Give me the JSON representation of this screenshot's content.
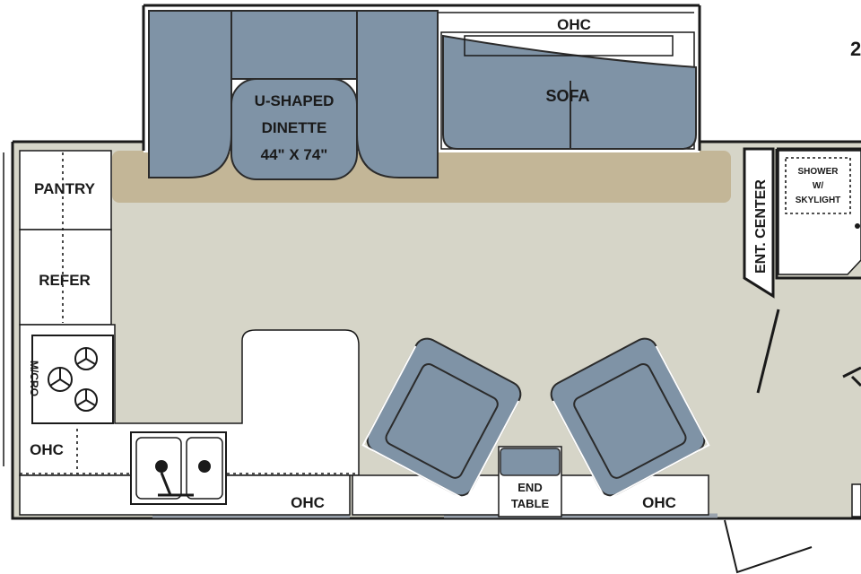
{
  "labels": {
    "pantry": "PANTRY",
    "refer": "REFER",
    "micro": "M/CRO",
    "ohc_left": "OHC",
    "ohc_top": "OHC",
    "ohc_bottom_mid": "OHC",
    "ohc_bottom_right": "OHC",
    "dinette_line1": "U-SHAPED",
    "dinette_line2": "DINETTE",
    "dinette_line3": "44\" X 74\"",
    "sofa": "SOFA",
    "ent_center": "ENT. CENTER",
    "shower_line1": "SHOWER",
    "shower_line2": "W/",
    "shower_line3": "SKYLIGHT",
    "end_table_line1": "END",
    "end_table_line2": "TABLE",
    "corner_number": "2"
  },
  "colors": {
    "floor": "#d6d5c8",
    "slideout_floor": "#c3b697",
    "cushion": "#7f93a6",
    "counter": "#ffffff",
    "wall": "#1a1a1a"
  }
}
